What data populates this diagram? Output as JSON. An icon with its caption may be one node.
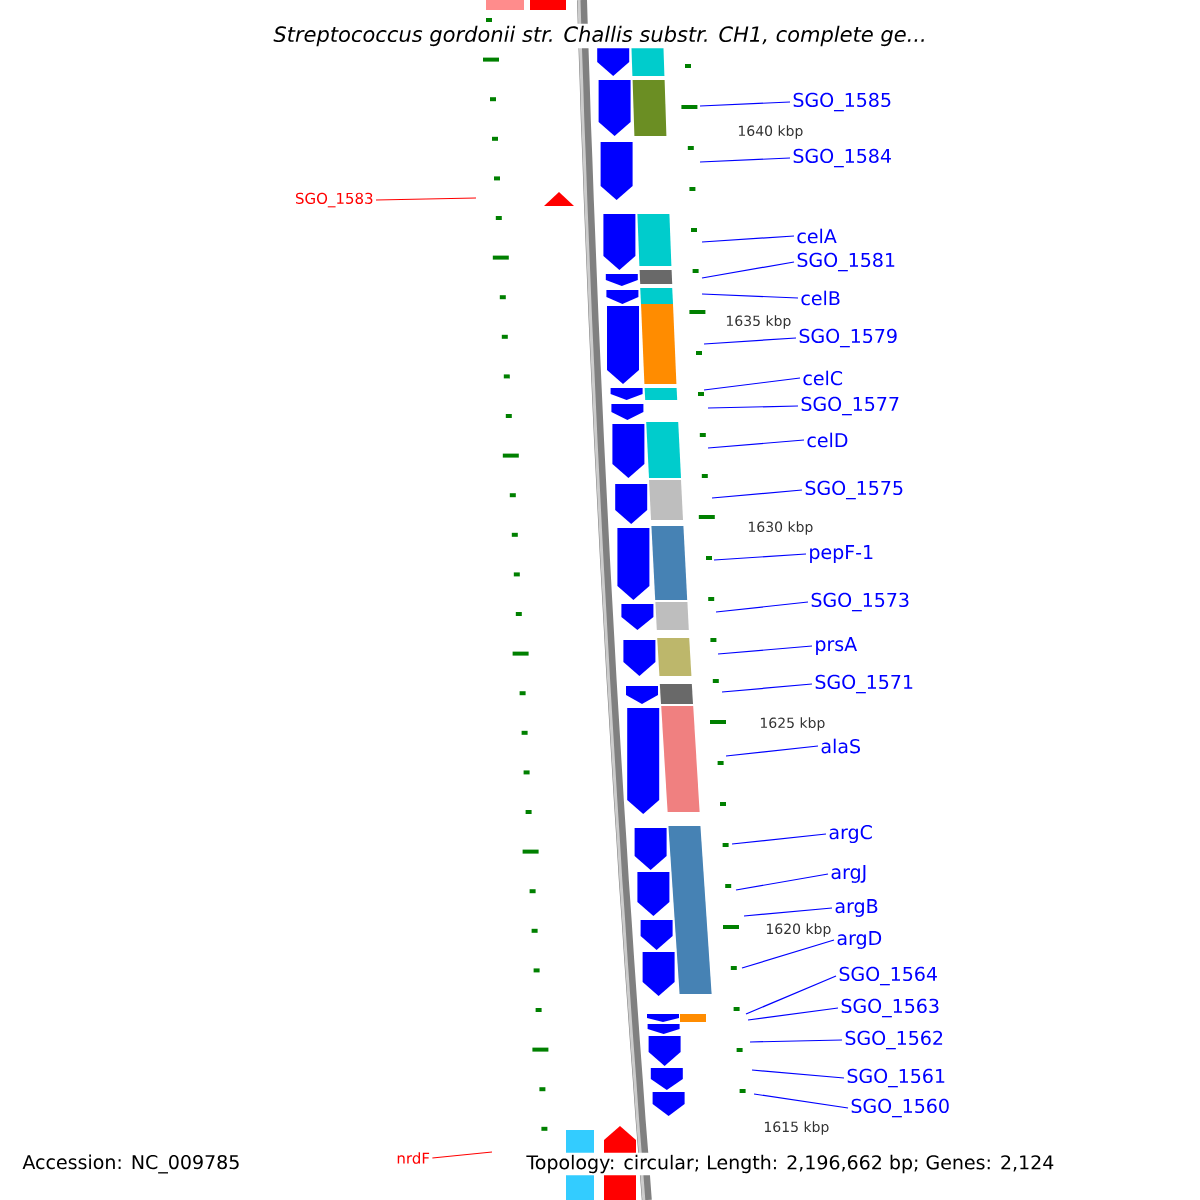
{
  "diagram": {
    "title": "Streptococcus gordonii str. Challis substr. CH1, complete ge...",
    "nodes": [
      {
        "text": [
          "SGO_1585"
        ]
      },
      {
        "text": [
          "SGO_1584"
        ]
      },
      {
        "text": [
          "SGO_1583"
        ]
      },
      {
        "text": [
          "celA"
        ]
      },
      {
        "text": [
          "SGO_1581"
        ]
      },
      {
        "text": [
          "celB"
        ]
      },
      {
        "text": [
          "SGO_1579"
        ]
      },
      {
        "text": [
          "celC"
        ]
      },
      {
        "text": [
          "SGO_1577"
        ]
      },
      {
        "text": [
          "celD"
        ]
      },
      {
        "text": [
          "SGO_1575"
        ]
      },
      {
        "text": [
          "pepF-1"
        ]
      },
      {
        "text": [
          "SGO_1573"
        ]
      },
      {
        "text": [
          "prsA"
        ]
      },
      {
        "text": [
          "SGO_1571"
        ]
      },
      {
        "text": [
          "alaS"
        ]
      },
      {
        "text": [
          "argC"
        ]
      },
      {
        "text": [
          "argJ"
        ]
      },
      {
        "text": [
          "argB"
        ]
      },
      {
        "text": [
          "argD"
        ]
      },
      {
        "text": [
          "SGO_1564"
        ]
      },
      {
        "text": [
          "SGO_1563"
        ]
      },
      {
        "text": [
          "SGO_1562"
        ]
      },
      {
        "text": [
          "SGO_1561"
        ]
      },
      {
        "text": [
          "SGO_1560"
        ]
      },
      {
        "text": [
          "nrdF"
        ]
      }
    ],
    "edges": [
      {
        "from": 0,
        "to": null,
        "arrow": "none"
      },
      {
        "from": 1,
        "to": null,
        "arrow": "none"
      },
      {
        "from": 2,
        "to": null,
        "arrow": "none",
        "color": "#ff0000"
      },
      {
        "from": 3,
        "to": null,
        "arrow": "none"
      },
      {
        "from": 4,
        "to": null,
        "arrow": "none"
      },
      {
        "from": 5,
        "to": null,
        "arrow": "none"
      },
      {
        "from": 6,
        "to": null,
        "arrow": "none"
      },
      {
        "from": 7,
        "to": null,
        "arrow": "none"
      },
      {
        "from": 8,
        "to": null,
        "arrow": "none"
      },
      {
        "from": 9,
        "to": null,
        "arrow": "none"
      },
      {
        "from": 10,
        "to": null,
        "arrow": "none"
      },
      {
        "from": 11,
        "to": null,
        "arrow": "none"
      },
      {
        "from": 12,
        "to": null,
        "arrow": "none"
      },
      {
        "from": 13,
        "to": null,
        "arrow": "none"
      },
      {
        "from": 14,
        "to": null,
        "arrow": "none"
      },
      {
        "from": 15,
        "to": null,
        "arrow": "none"
      },
      {
        "from": 16,
        "to": null,
        "arrow": "none"
      },
      {
        "from": 17,
        "to": null,
        "arrow": "none"
      },
      {
        "from": 18,
        "to": null,
        "arrow": "none"
      },
      {
        "from": 19,
        "to": null,
        "arrow": "none"
      },
      {
        "from": 20,
        "to": null,
        "arrow": "none"
      },
      {
        "from": 21,
        "to": null,
        "arrow": "none"
      },
      {
        "from": 22,
        "to": null,
        "arrow": "none"
      },
      {
        "from": 23,
        "to": null,
        "arrow": "none"
      },
      {
        "from": 24,
        "to": null,
        "arrow": "none"
      },
      {
        "from": 25,
        "to": null,
        "arrow": "none",
        "color": "#ff0000"
      }
    ],
    "labels": [
      "1640 kbp",
      "1635 kbp",
      "1630 kbp",
      "1625 kbp",
      "1620 kbp",
      "1615 kbp",
      "Accession: NC_009785",
      "Topology: circular; Length: 2,196,662 bp; Genes: 2,124"
    ]
  }
}
